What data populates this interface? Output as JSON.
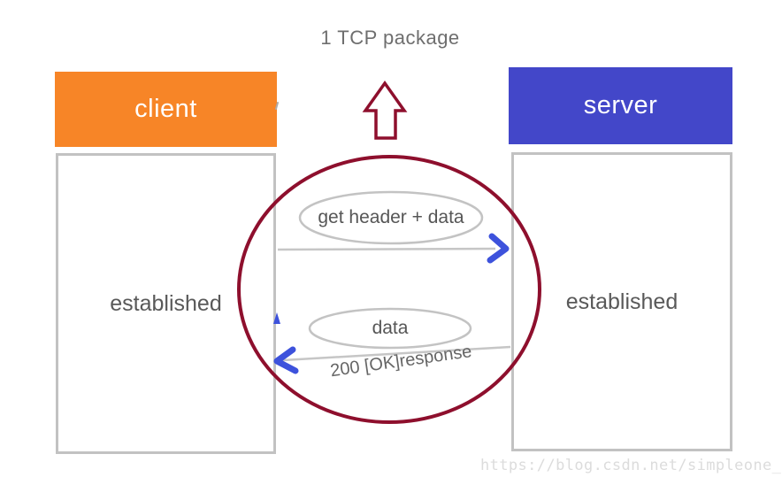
{
  "diagram": {
    "title": "1 TCP package",
    "client": {
      "label": "client",
      "state": "established"
    },
    "server": {
      "label": "server",
      "state": "established"
    },
    "exchange": {
      "request_label": "get header + data",
      "response_payload_label": "data",
      "response_status_label": "200 [OK]response"
    },
    "watermark": "https://blog.csdn.net/simpleone_"
  },
  "icons": {
    "up_arrow": "tcp-package-up-arrow-icon",
    "request_arrowhead": "right-chevron-arrowhead-icon",
    "response_arrowhead": "left-chevron-arrowhead-icon"
  },
  "colors": {
    "client_fill": "#F78527",
    "server_fill": "#4347C9",
    "highlight_circle_stroke": "#8E0F2D",
    "up_arrow_stroke": "#8E0F2D",
    "arrowhead_blue": "#3D52DC",
    "connector_gray": "#C6C6C6",
    "ellipse_stroke_gray": "#C3C3C3",
    "box_border_gray": "#C2C2C2",
    "text_gray": "#595959",
    "title_gray": "#6E6E6E",
    "watermark_gray": "#DCDCDC"
  }
}
